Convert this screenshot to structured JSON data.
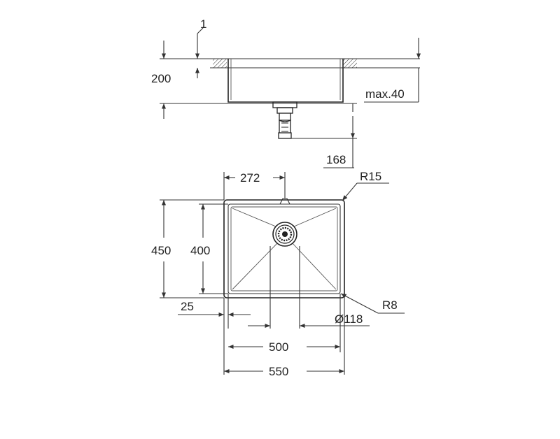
{
  "side_view": {
    "dim_rim_thickness": "1",
    "dim_height": "200",
    "dim_max_countertop": "max.40",
    "dim_drain_depth": "168"
  },
  "top_view": {
    "dim_drain_offset": "272",
    "dim_outer_corner_radius": "R15",
    "dim_outer_depth": "450",
    "dim_inner_depth": "400",
    "dim_rim_width": "25",
    "dim_inner_corner_radius": "R8",
    "dim_drain_diameter": "Ø118",
    "dim_inner_width": "500",
    "dim_outer_width": "550"
  }
}
